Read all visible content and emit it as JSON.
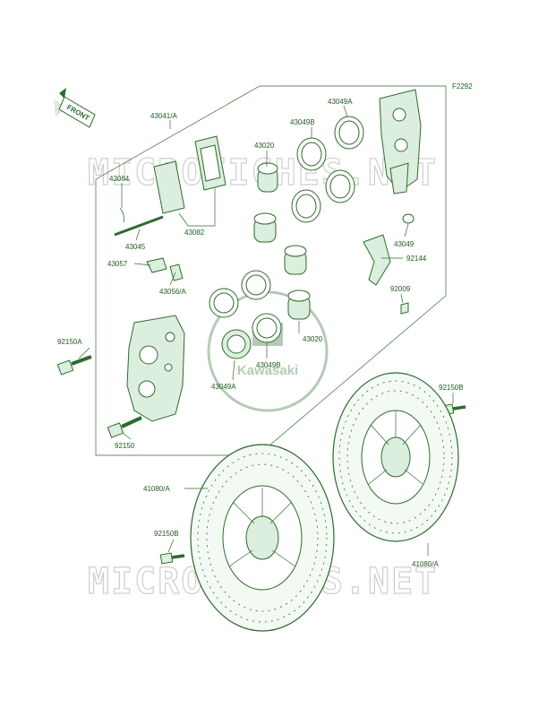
{
  "diagram_code": "F2292",
  "front_label": "FRONT",
  "watermark_top": "MICROFICHES.NET",
  "watermark_bottom": "MICROFICHES.NET",
  "logo_text": "Kawasaki",
  "colors": {
    "line": "#2e6b2e",
    "fill": "#dceedd",
    "watermark": "#cfcfcf"
  },
  "callouts": {
    "c43041A": "43041/A",
    "c43084": "43084",
    "c43045": "43045",
    "c43082": "43082",
    "c43057": "43057",
    "c43056A": "43056/A",
    "c92150A": "92150A",
    "c92150": "92150",
    "c43020_top": "43020",
    "c43049B_top": "43049B",
    "c43049A_top": "43049A",
    "c43049": "43049",
    "c92144": "92144",
    "c92009": "92009",
    "c43020_mid": "43020",
    "c43049B_mid": "43049B",
    "c43049A_mid": "43049A",
    "c92150B_right": "92150B",
    "c41080A_left": "41080/A",
    "c92150B_left": "92150B",
    "c41080A_right": "41080/A"
  }
}
